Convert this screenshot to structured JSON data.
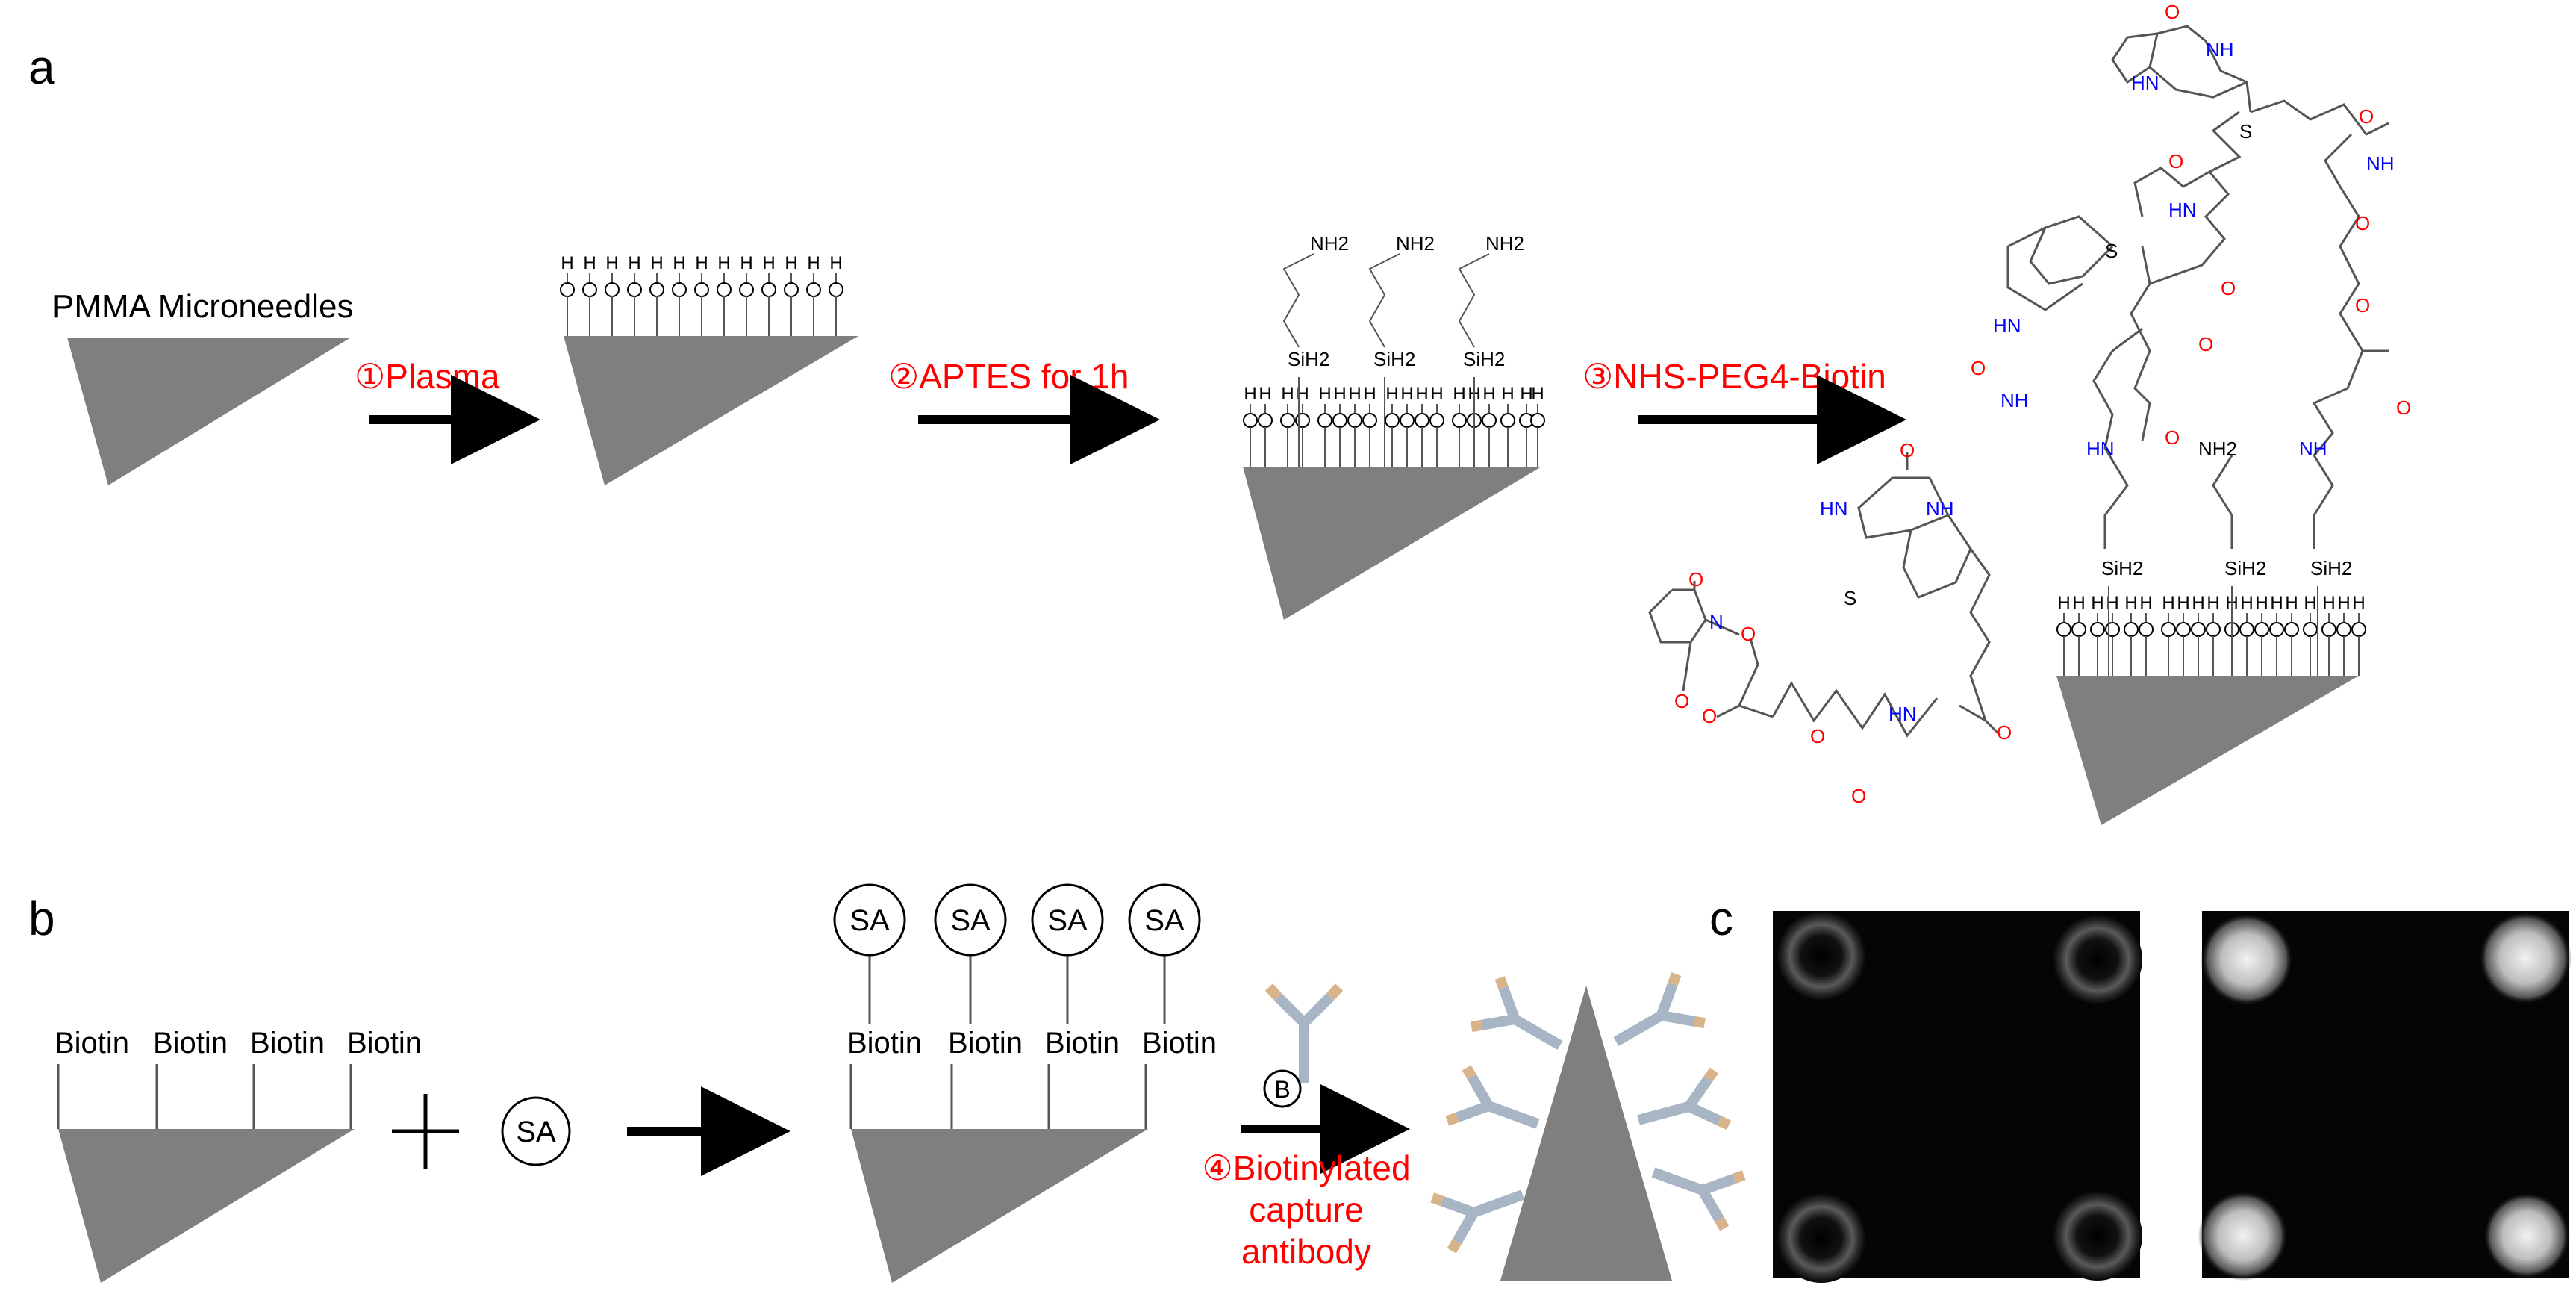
{
  "panels": {
    "a": {
      "label": "a",
      "start_label": "PMMA Microneedles",
      "steps": [
        "①Plasma",
        "②APTES for 1h",
        "③NHS-PEG4-Biotin"
      ]
    },
    "b": {
      "label": "b",
      "biotin_label": "Biotin",
      "sa_label": "SA",
      "antibody_marker": "B",
      "step4_lines": [
        "④Biotinylated",
        "capture",
        "antibody"
      ]
    },
    "c": {
      "label": "c"
    }
  },
  "atoms": {
    "H": "H",
    "O": "O",
    "NH2": "NH2",
    "SiH2": "SiH2",
    "NH": "NH",
    "HN": "HN",
    "S": "S",
    "N": "N"
  },
  "colors": {
    "step_text": "#ff0000",
    "needle_fill": "#7f7f7f",
    "heteroatom_n": "#0000ff",
    "heteroatom_o": "#ff0000",
    "antibody_body": "#a7b5c4",
    "antibody_tip": "#d9b48b"
  }
}
